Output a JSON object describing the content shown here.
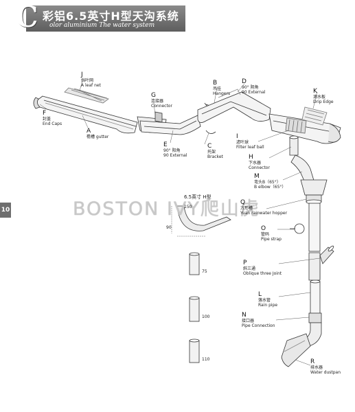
{
  "header": {
    "logo_letter": "C",
    "title": "彩铝6.5英寸H型天沟系统",
    "subtitle": "olor  aluminium  The water system"
  },
  "page_number": "10",
  "watermark": "BOSTON IVY爬山虎",
  "parts": {
    "J": {
      "letter": "J",
      "cn": "挡叶网",
      "en": "A leaf net"
    },
    "F": {
      "letter": "F",
      "cn": "封盖",
      "en": "End Caps"
    },
    "A": {
      "letter": "A",
      "cn": "檐槽 gutter",
      "en": ""
    },
    "G": {
      "letter": "G",
      "cn": "连接器",
      "en": "Connector"
    },
    "E": {
      "letter": "E",
      "cn": "90° 阳角",
      "en": "90 External"
    },
    "B": {
      "letter": "B",
      "cn": "吊挂",
      "en": "Hangers"
    },
    "C": {
      "letter": "C",
      "cn": "托架",
      "en": "Bracket"
    },
    "D": {
      "letter": "D",
      "cn": "90° 阴角",
      "en": "90 External"
    },
    "K": {
      "letter": "K",
      "cn": "滴水板",
      "en": "Drip Edge"
    },
    "I": {
      "letter": "I",
      "cn": "滤叶球",
      "en": "Filter leaf ball"
    },
    "H": {
      "letter": "H",
      "cn": "下水器",
      "en": "Connector"
    },
    "M": {
      "letter": "M",
      "cn": "弯头B（65°）",
      "en": "B elbow（65°）"
    },
    "Q": {
      "letter": "Q",
      "cn": "方形槽",
      "en": "Yuan rainwater hopper"
    },
    "O": {
      "letter": "O",
      "cn": "管码",
      "en": "Pipe strap"
    },
    "P": {
      "letter": "P",
      "cn": "斜三通",
      "en": "Oblique three Joint"
    },
    "L": {
      "letter": "L",
      "cn": "落水管",
      "en": "Rain pipe"
    },
    "N": {
      "letter": "N",
      "cn": "接口器",
      "en": "Pipe Connection"
    },
    "R": {
      "letter": "R",
      "cn": "排水器",
      "en": "Water dustpan"
    }
  },
  "profile": {
    "title": "6.5英寸 H型",
    "dim_a": "150",
    "dim_b": "90"
  },
  "pipe_dims": [
    "75",
    "100",
    "110"
  ]
}
